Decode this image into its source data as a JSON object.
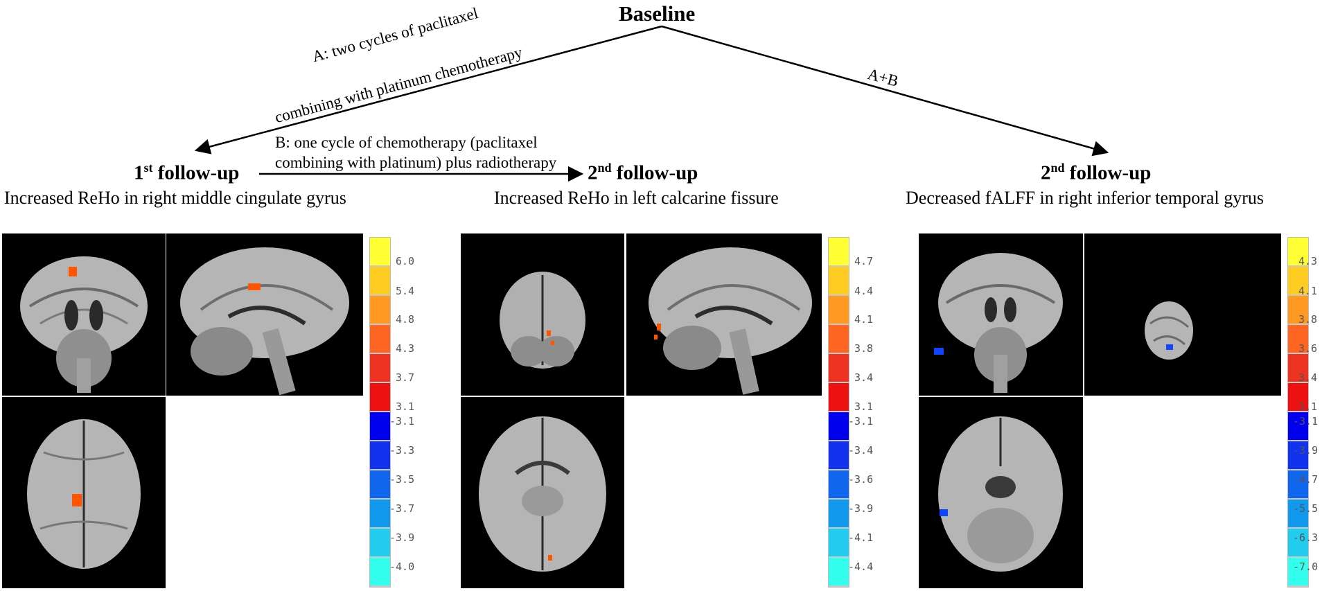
{
  "title": "Baseline",
  "arm_a_line1": "A: two cycles of paclitaxel",
  "arm_a_line2": "combining with platinum chemotherapy",
  "arm_ab": "A+B",
  "arm_b_line1": "B: one cycle of chemotherapy (paclitaxel",
  "arm_b_line2": "combining with platinum) plus radiotherapy",
  "groups": [
    {
      "heading_num": "1",
      "heading_sup": "st",
      "heading_rest": " follow-up",
      "finding": "Increased ReHo in right middle cingulate gyrus",
      "colorbar": [
        "6.0",
        "5.4",
        "4.8",
        "4.3",
        "3.7",
        "3.1",
        "-3.1",
        "-3.3",
        "-3.5",
        "-3.7",
        "-3.9",
        "-4.0"
      ]
    },
    {
      "heading_num": "2",
      "heading_sup": "nd",
      "heading_rest": " follow-up",
      "finding": "Increased ReHo in left calcarine fissure",
      "colorbar": [
        "4.7",
        "4.4",
        "4.1",
        "3.8",
        "3.4",
        "3.1",
        "-3.1",
        "-3.4",
        "-3.6",
        "-3.9",
        "-4.1",
        "-4.4"
      ]
    },
    {
      "heading_num": "2",
      "heading_sup": "nd",
      "heading_rest": " follow-up",
      "finding": "Decreased fALFF in right inferior temporal gyrus",
      "colorbar": [
        "4.3",
        "4.1",
        "3.8",
        "3.6",
        "3.4",
        "3.1",
        "-3.1",
        "-3.9",
        "-4.7",
        "-5.5",
        "-6.3",
        "-7.0"
      ]
    }
  ],
  "colormap": [
    "#ffff33",
    "#ffcc22",
    "#ff9922",
    "#ff6622",
    "#ee3322",
    "#ee1111",
    "#0000ee",
    "#1133ee",
    "#1166ee",
    "#1199ee",
    "#22ccee",
    "#33ffee"
  ],
  "activation_colors": {
    "positive": "#ff5500",
    "negative": "#1144ff"
  }
}
